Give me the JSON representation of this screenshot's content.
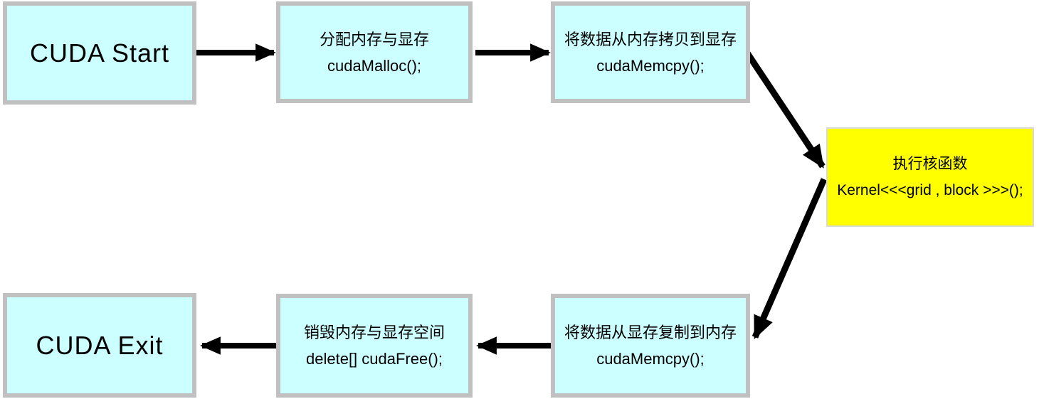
{
  "diagram": {
    "type": "flowchart",
    "topic": "CUDA program execution flow",
    "nodes": [
      {
        "id": "cuda-start",
        "label": "CUDA Start"
      },
      {
        "id": "alloc",
        "line1": "分配内存与显存",
        "line2": "cudaMalloc();"
      },
      {
        "id": "copy-to-device",
        "line1": "将数据从内存拷贝到显存",
        "line2": "cudaMemcpy();"
      },
      {
        "id": "kernel",
        "line1": "执行核函数",
        "line2": "Kernel<<<grid , block >>>();"
      },
      {
        "id": "copy-to-host",
        "line1": "将数据从显存复制到内存",
        "line2": "cudaMemcpy();"
      },
      {
        "id": "free",
        "line1": "销毁内存与显存空间",
        "line2": "delete[] cudaFree();"
      },
      {
        "id": "cuda-exit",
        "label": "CUDA Exit"
      }
    ],
    "edges": [
      {
        "from": "cuda-start",
        "to": "alloc"
      },
      {
        "from": "alloc",
        "to": "copy-to-device"
      },
      {
        "from": "copy-to-device",
        "to": "kernel"
      },
      {
        "from": "kernel",
        "to": "copy-to-host"
      },
      {
        "from": "copy-to-host",
        "to": "free"
      },
      {
        "from": "free",
        "to": "cuda-exit"
      }
    ],
    "colors": {
      "node_fill": "#ccffff",
      "node_border": "#c0c0c0",
      "kernel_fill": "#ffff00",
      "kernel_border": "#d9d9d9",
      "arrow": "#000000",
      "text": "#000000",
      "background": "#ffffff"
    }
  }
}
